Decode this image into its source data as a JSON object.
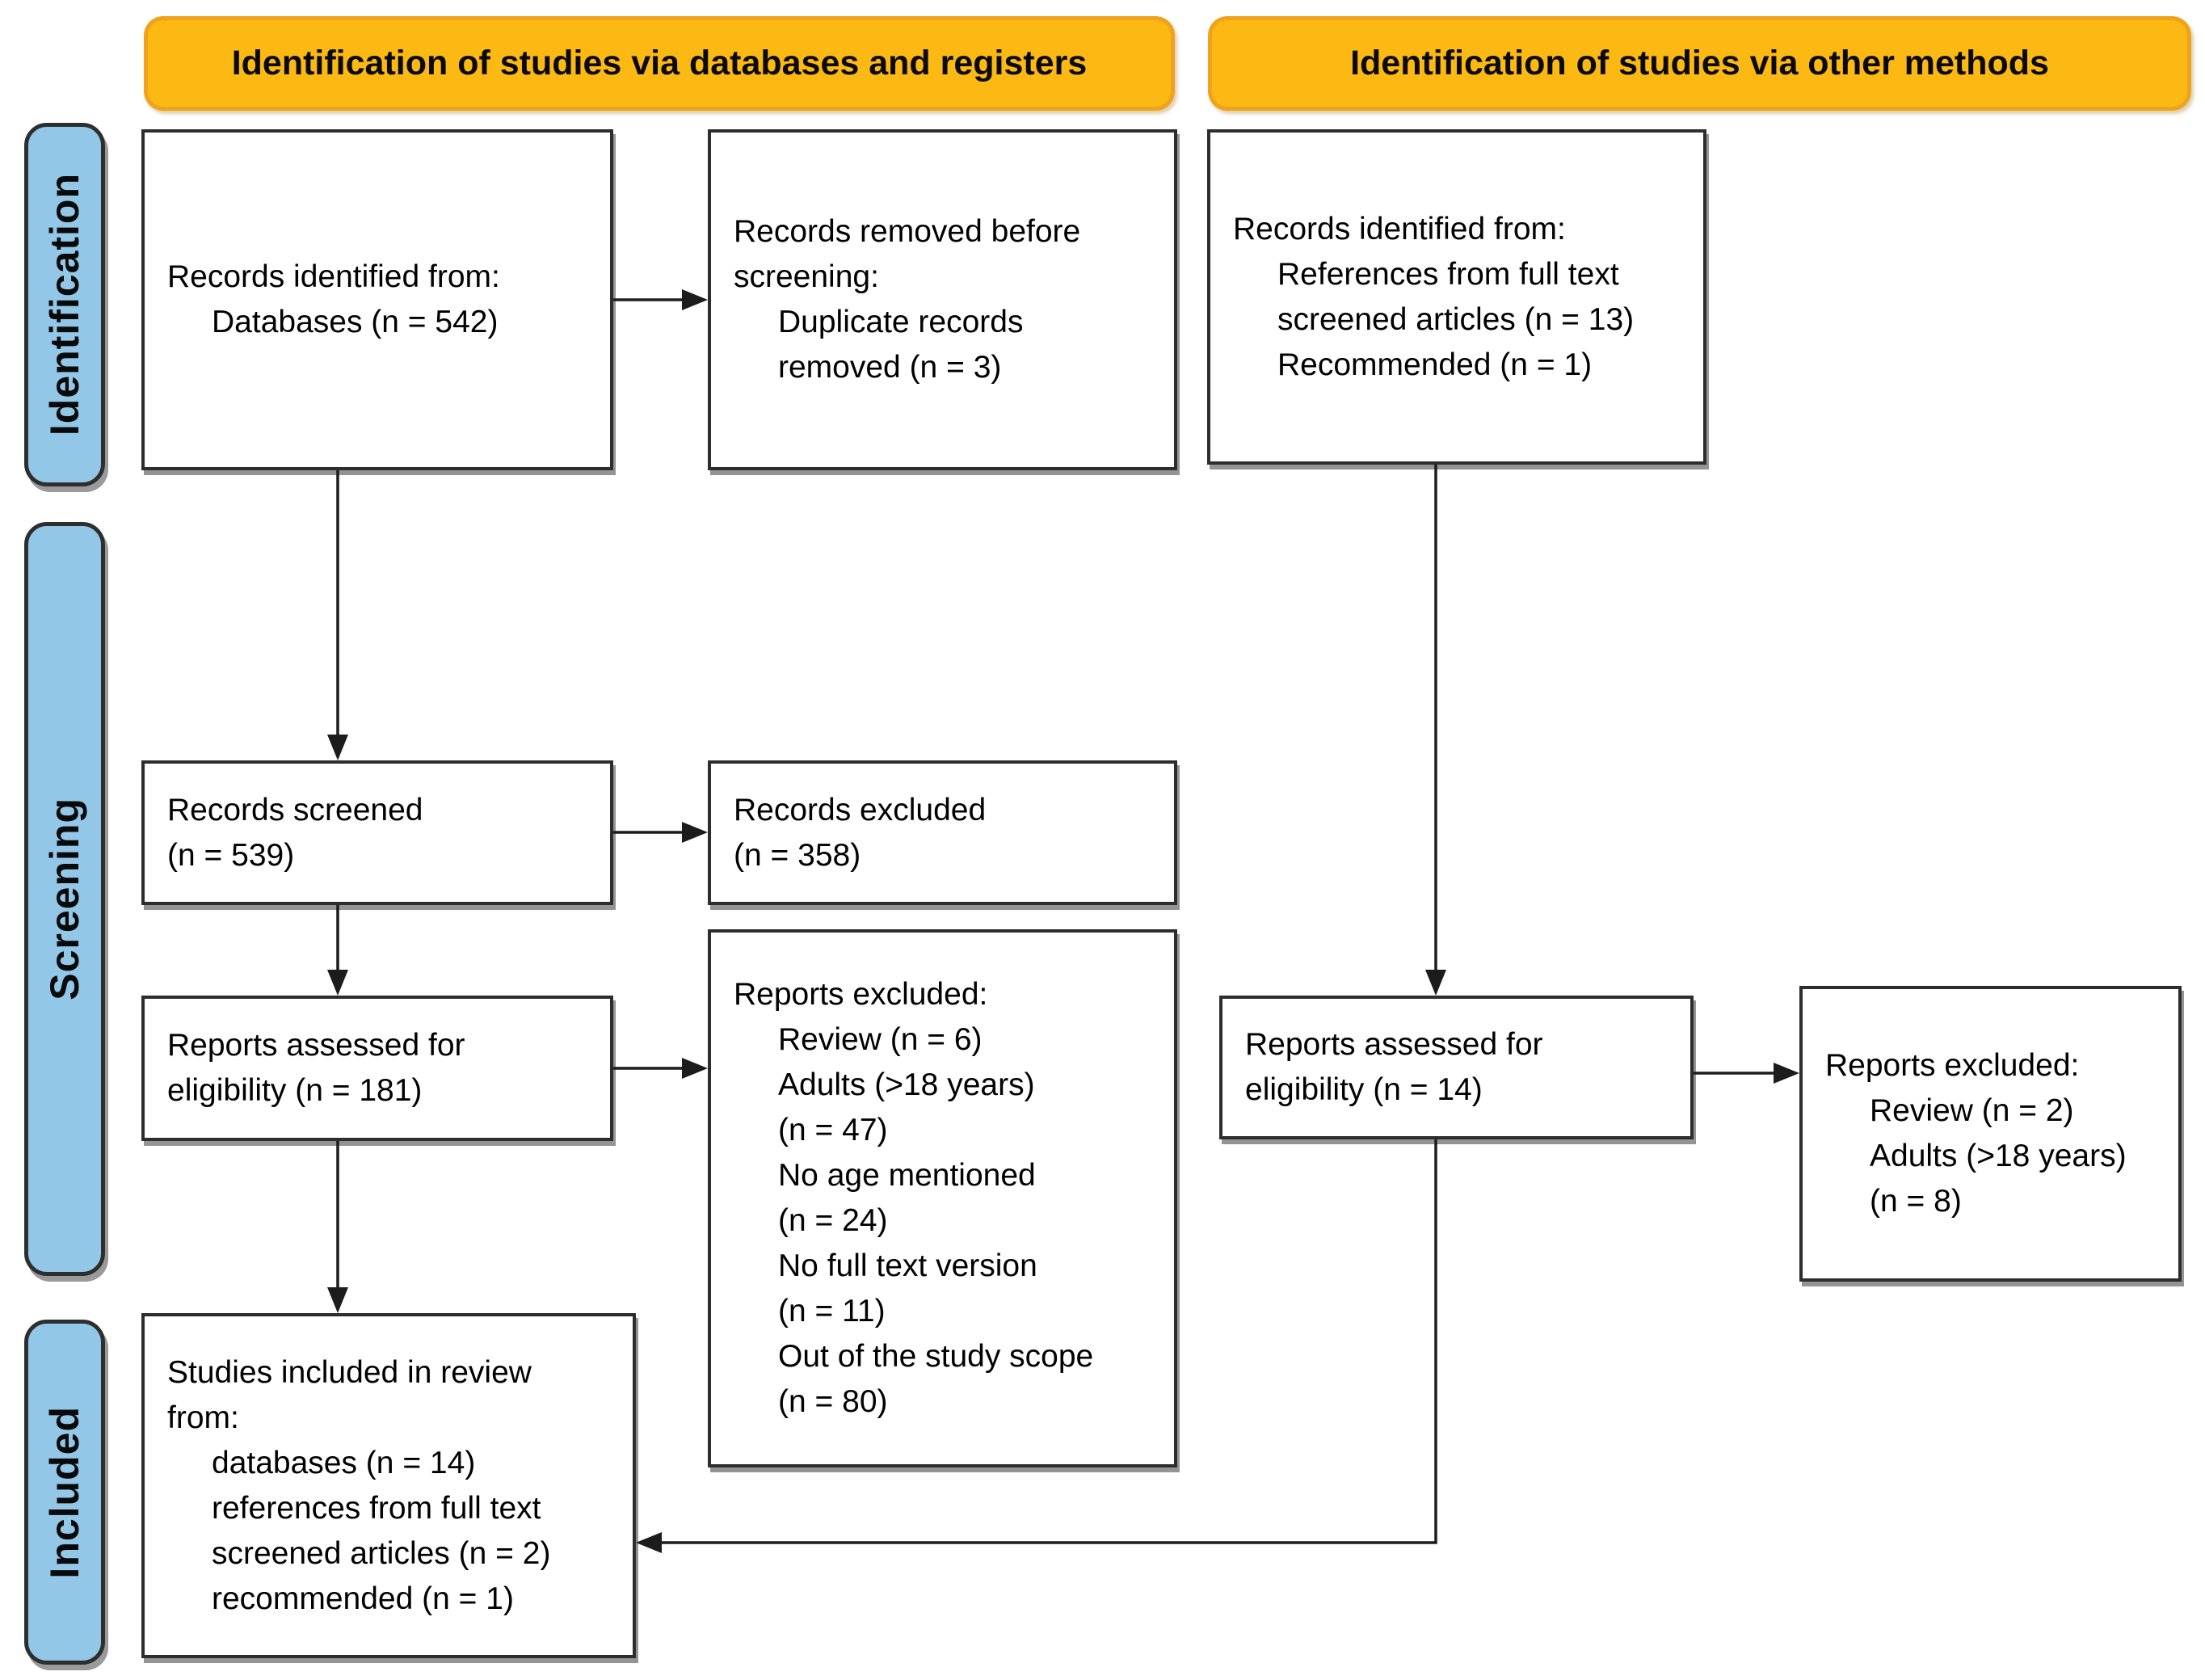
{
  "colors": {
    "header_bg": "#FCB813",
    "header_border": "#EFA31C",
    "sidebar_bg": "#92C7E8",
    "box_border": "#2D2D2D"
  },
  "headers": {
    "databases": "Identification of studies via databases and registers",
    "other": "Identification of studies via other methods"
  },
  "sidebar": {
    "identification": "Identification",
    "screening": "Screening",
    "included": "Included"
  },
  "boxes": {
    "records_identified_db": {
      "l1": "Records identified from:",
      "l2": "Databases (n = 542)"
    },
    "records_removed": {
      "l1": "Records removed before",
      "l2": "screening:",
      "l3": "Duplicate records",
      "l4": "removed (n = 3)"
    },
    "records_identified_other": {
      "l1": "Records identified from:",
      "l2": "References from full text",
      "l3": "screened articles (n = 13)",
      "l4": "Recommended (n = 1)"
    },
    "records_screened": {
      "l1": "Records screened",
      "l2": "(n = 539)"
    },
    "records_excluded": {
      "l1": "Records excluded",
      "l2": "(n = 358)"
    },
    "reports_assessed_db": {
      "l1": "Reports assessed for",
      "l2": "eligibility (n = 181)"
    },
    "reports_excluded_db": {
      "l1": "Reports excluded:",
      "l2": "Review (n = 6)",
      "l3": "Adults (>18 years)",
      "l4": "(n = 47)",
      "l5": "No age mentioned",
      "l6": "(n = 24)",
      "l7": "No full text version",
      "l8": "(n = 11)",
      "l9": "Out of the study scope",
      "l10": "(n = 80)"
    },
    "reports_assessed_other": {
      "l1": "Reports assessed for",
      "l2": "eligibility (n = 14)"
    },
    "reports_excluded_other": {
      "l1": "Reports excluded:",
      "l2": "Review (n = 2)",
      "l3": "Adults (>18 years)",
      "l4": "(n = 8)"
    },
    "studies_included": {
      "l1": "Studies included in review",
      "l2": "from:",
      "l3": "databases (n = 14)",
      "l4": "references from full text",
      "l5": "screened articles (n = 2)",
      "l6": "recommended (n = 1)"
    }
  }
}
